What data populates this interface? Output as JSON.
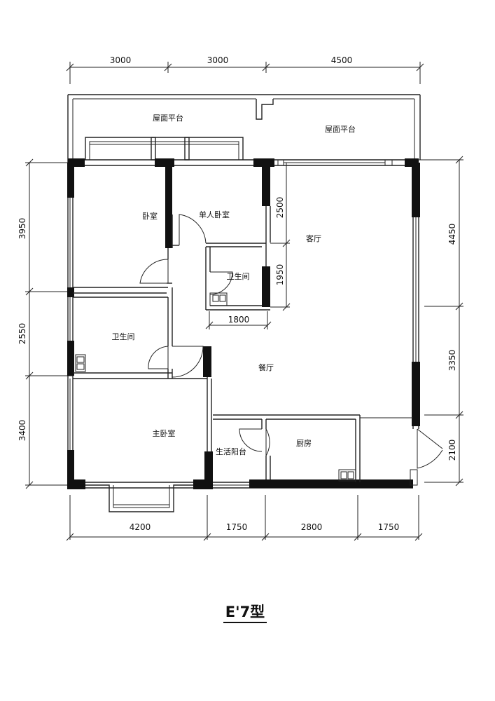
{
  "dimensions": {
    "top": [
      "3000",
      "3000",
      "4500"
    ],
    "bottom": [
      "4200",
      "1750",
      "2800",
      "1750"
    ],
    "left": [
      "3950",
      "2550",
      "3400"
    ],
    "right": [
      "4450",
      "3350",
      "2100"
    ],
    "inner_vertical": [
      "2500",
      "1950"
    ],
    "inner_horizontal": "1800"
  },
  "rooms": {
    "roof_terrace_left": "屋面平台",
    "roof_terrace_right": "屋面平台",
    "bedroom": "卧室",
    "single_bedroom": "单人卧室",
    "bathroom_small": "卫生间",
    "living_room": "客厅",
    "bathroom": "卫生间",
    "dining_room": "餐厅",
    "master_bedroom": "主卧室",
    "service_balcony": "生活阳台",
    "kitchen": "厨房"
  },
  "plan_title": "E'7型"
}
